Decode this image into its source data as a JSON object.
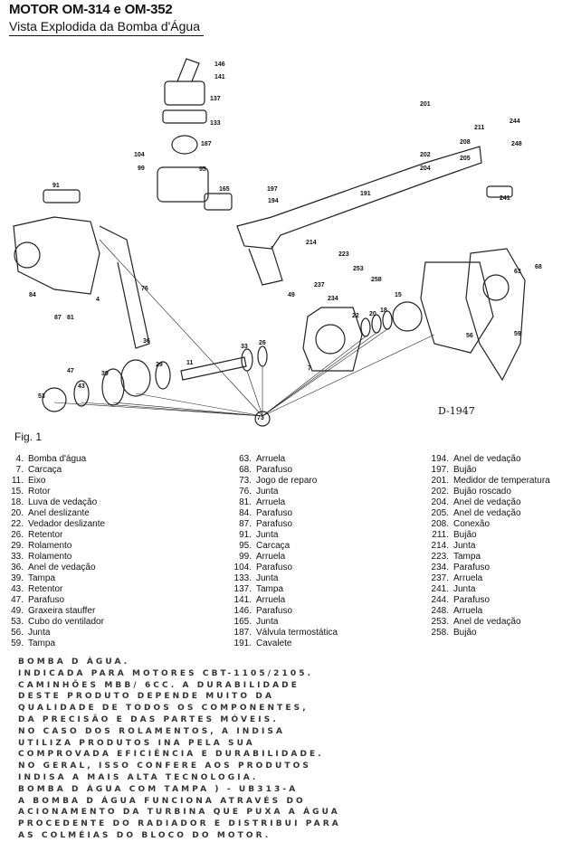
{
  "header": {
    "title": "MOTOR OM-314 e OM-352",
    "subtitle": "Vista Explodida da Bomba d'Água"
  },
  "diagram": {
    "figure_label": "Fig. 1",
    "drawing_code": "D-1947",
    "callouts": [
      "146",
      "141",
      "137",
      "133",
      "187",
      "104",
      "99",
      "95",
      "91",
      "165",
      "197",
      "194",
      "191",
      "201",
      "211",
      "244",
      "208",
      "202",
      "248",
      "205",
      "204",
      "241",
      "214",
      "223",
      "253",
      "258",
      "237",
      "234",
      "49",
      "15",
      "63",
      "68",
      "84",
      "87",
      "81",
      "4",
      "76",
      "22",
      "20",
      "18",
      "56",
      "59",
      "7",
      "33",
      "26",
      "36",
      "11",
      "29",
      "47",
      "39",
      "43",
      "53",
      "73"
    ]
  },
  "parts": [
    [
      {
        "num": "4.",
        "name": "Bomba d'água"
      },
      {
        "num": "7.",
        "name": "Carcaça"
      },
      {
        "num": "11.",
        "name": "Eixo"
      },
      {
        "num": "15.",
        "name": "Rotor"
      },
      {
        "num": "18.",
        "name": "Luva de vedação"
      },
      {
        "num": "20.",
        "name": "Anel deslizante"
      },
      {
        "num": "22.",
        "name": "Vedador deslizante"
      },
      {
        "num": "26.",
        "name": "Retentor"
      },
      {
        "num": "29.",
        "name": "Rolamento"
      },
      {
        "num": "33.",
        "name": "Rolamento"
      },
      {
        "num": "36.",
        "name": "Anel de vedação"
      },
      {
        "num": "39.",
        "name": "Tampa"
      },
      {
        "num": "43.",
        "name": "Retentor"
      },
      {
        "num": "47.",
        "name": "Parafuso"
      },
      {
        "num": "49.",
        "name": "Graxeira stauffer"
      },
      {
        "num": "53.",
        "name": "Cubo do ventilador"
      },
      {
        "num": "56.",
        "name": "Junta"
      },
      {
        "num": "59.",
        "name": "Tampa"
      }
    ],
    [
      {
        "num": "63.",
        "name": "Arruela"
      },
      {
        "num": "68.",
        "name": "Parafuso"
      },
      {
        "num": "73.",
        "name": "Jogo de reparo"
      },
      {
        "num": "76.",
        "name": "Junta"
      },
      {
        "num": "81.",
        "name": "Arruela"
      },
      {
        "num": "84.",
        "name": "Parafuso"
      },
      {
        "num": "87.",
        "name": "Parafuso"
      },
      {
        "num": "91.",
        "name": "Junta"
      },
      {
        "num": "95.",
        "name": "Carcaça"
      },
      {
        "num": "99.",
        "name": "Arruela"
      },
      {
        "num": "104.",
        "name": "Parafuso"
      },
      {
        "num": "133.",
        "name": "Junta"
      },
      {
        "num": "137.",
        "name": "Tampa"
      },
      {
        "num": "141.",
        "name": "Arruela"
      },
      {
        "num": "146.",
        "name": "Parafuso"
      },
      {
        "num": "165.",
        "name": "Junta"
      },
      {
        "num": "187.",
        "name": "Válvula termostática"
      },
      {
        "num": "191.",
        "name": "Cavalete"
      }
    ],
    [
      {
        "num": "194.",
        "name": "Anel de vedação"
      },
      {
        "num": "197.",
        "name": "Bujão"
      },
      {
        "num": "201.",
        "name": "Medidor de temperatura"
      },
      {
        "num": "202.",
        "name": "Bujão roscado"
      },
      {
        "num": "204.",
        "name": "Anel de vedação"
      },
      {
        "num": "205.",
        "name": "Anel de vedação"
      },
      {
        "num": "208.",
        "name": "Conexão"
      },
      {
        "num": "211.",
        "name": "Bujão"
      },
      {
        "num": "214.",
        "name": "Junta"
      },
      {
        "num": "223.",
        "name": "Tampa"
      },
      {
        "num": "234.",
        "name": "Parafuso"
      },
      {
        "num": "237.",
        "name": "Arruela"
      },
      {
        "num": "241.",
        "name": "Junta"
      },
      {
        "num": "244.",
        "name": "Parafuso"
      },
      {
        "num": "248.",
        "name": "Arruela"
      },
      {
        "num": "253.",
        "name": "Anel de vedação"
      },
      {
        "num": "258.",
        "name": "Bujão"
      }
    ]
  ],
  "description": [
    "BOMBA D ÁGUA.",
    "INDICADA PARA MOTORES CBT-1105/2105.",
    "CAMINHÕES MBB/ 6CC.  A DURABILIDADE",
    "DESTE PRODUTO DEPENDE MUITO DA",
    "QUALIDADE DE TODOS OS COMPONENTES,",
    "DA PRECISÃO E DAS PARTES MÓVEIS.",
    "NO CASO DOS ROLAMENTOS, A INDISA",
    "UTILIZA PRODUTOS INA PELA SUA",
    "COMPROVADA EFICIÊNCIA E DURABILIDADE.",
    "NO GERAL, ISSO CONFERE AOS PRODUTOS",
    "INDISA A MAIS ALTA TECNOLOGIA.",
    "BOMBA D ÁGUA COM TAMPA ) - UB313-A",
    "A BOMBA D ÁGUA FUNCIONA ATRAVÉS DO",
    "ACIONAMENTO DA TURBINA QUE PUXA A ÁGUA",
    "PROCEDENTE DO RADIADOR E DISTRIBUI PARA",
    "AS COLMÉIAS DO BLOCO DO MOTOR."
  ]
}
